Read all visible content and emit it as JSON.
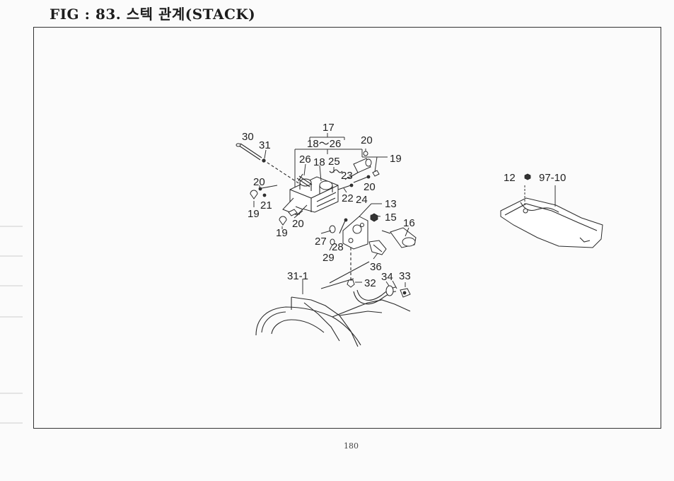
{
  "figure": {
    "title": "FIG : 83. 스텍 관계(STACK)",
    "page_number": "180"
  },
  "callouts": [
    {
      "id": "c17",
      "text": "17"
    },
    {
      "id": "c18-26",
      "text": "18～26"
    },
    {
      "id": "c30",
      "text": "30"
    },
    {
      "id": "c31",
      "text": "31"
    },
    {
      "id": "c26",
      "text": "26"
    },
    {
      "id": "c18",
      "text": "18"
    },
    {
      "id": "c25",
      "text": "25"
    },
    {
      "id": "c20a",
      "text": "20"
    },
    {
      "id": "c19a",
      "text": "19"
    },
    {
      "id": "c23",
      "text": "23"
    },
    {
      "id": "c20b",
      "text": "20"
    },
    {
      "id": "c24",
      "text": "24"
    },
    {
      "id": "c22",
      "text": "22"
    },
    {
      "id": "c20c",
      "text": "20"
    },
    {
      "id": "c21",
      "text": "21"
    },
    {
      "id": "c19b",
      "text": "19"
    },
    {
      "id": "c20d",
      "text": "20"
    },
    {
      "id": "c19c",
      "text": "19"
    },
    {
      "id": "c13",
      "text": "13"
    },
    {
      "id": "c15",
      "text": "15"
    },
    {
      "id": "c16",
      "text": "16"
    },
    {
      "id": "c27",
      "text": "27"
    },
    {
      "id": "c28",
      "text": "28"
    },
    {
      "id": "c29",
      "text": "29"
    },
    {
      "id": "c36",
      "text": "36"
    },
    {
      "id": "c31-1",
      "text": "31-1"
    },
    {
      "id": "c32",
      "text": "32"
    },
    {
      "id": "c34",
      "text": "34"
    },
    {
      "id": "c33",
      "text": "33"
    },
    {
      "id": "c12",
      "text": "12"
    },
    {
      "id": "c97-10",
      "text": "97-10"
    }
  ]
}
